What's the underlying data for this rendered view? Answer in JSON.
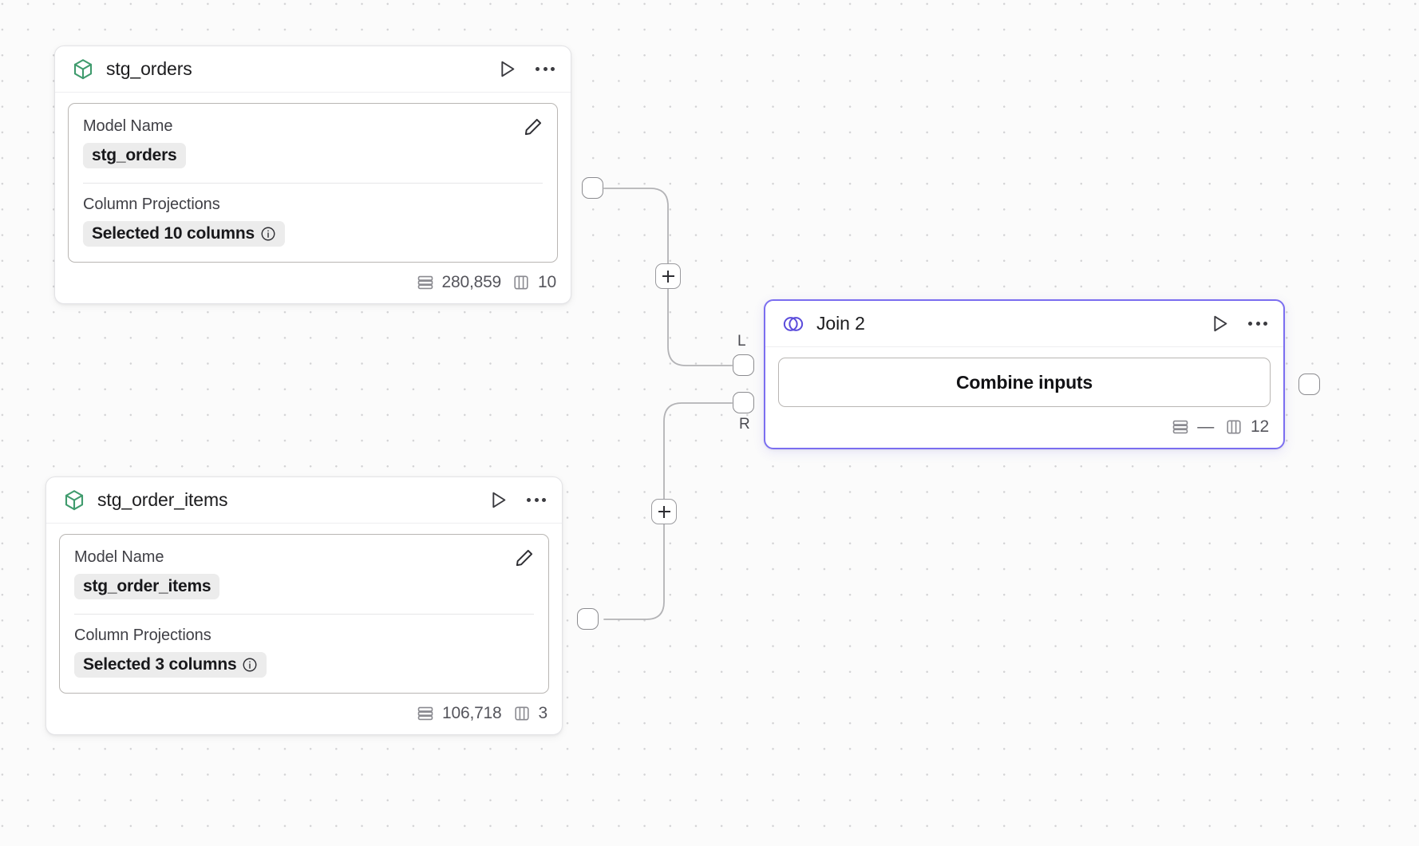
{
  "canvas": {
    "background_color": "#fbfbfb",
    "grid_dot_color": "#d2d2d4",
    "accent_color": "#7b6ef0",
    "model_icon_color": "#3f9b6d"
  },
  "nodes": [
    {
      "id": "stg_orders",
      "title": "stg_orders",
      "icon": "cube-icon",
      "selected": false,
      "fields": {
        "model_name_label": "Model Name",
        "model_name_value": "stg_orders",
        "column_projections_label": "Column Projections",
        "column_projections_value": "Selected 10 columns"
      },
      "stats": {
        "rows": "280,859",
        "columns": "10"
      }
    },
    {
      "id": "stg_order_items",
      "title": "stg_order_items",
      "icon": "cube-icon",
      "selected": false,
      "fields": {
        "model_name_label": "Model Name",
        "model_name_value": "stg_order_items",
        "column_projections_label": "Column Projections",
        "column_projections_value": "Selected 3 columns"
      },
      "stats": {
        "rows": "106,718",
        "columns": "3"
      }
    },
    {
      "id": "join_2",
      "title": "Join 2",
      "icon": "venn-join-icon",
      "selected": true,
      "action_label": "Combine inputs",
      "input_port_labels": {
        "left": "L",
        "right": "R"
      },
      "stats": {
        "rows": "—",
        "columns": "12"
      }
    }
  ],
  "edge_controls": {
    "add_label": "+"
  }
}
